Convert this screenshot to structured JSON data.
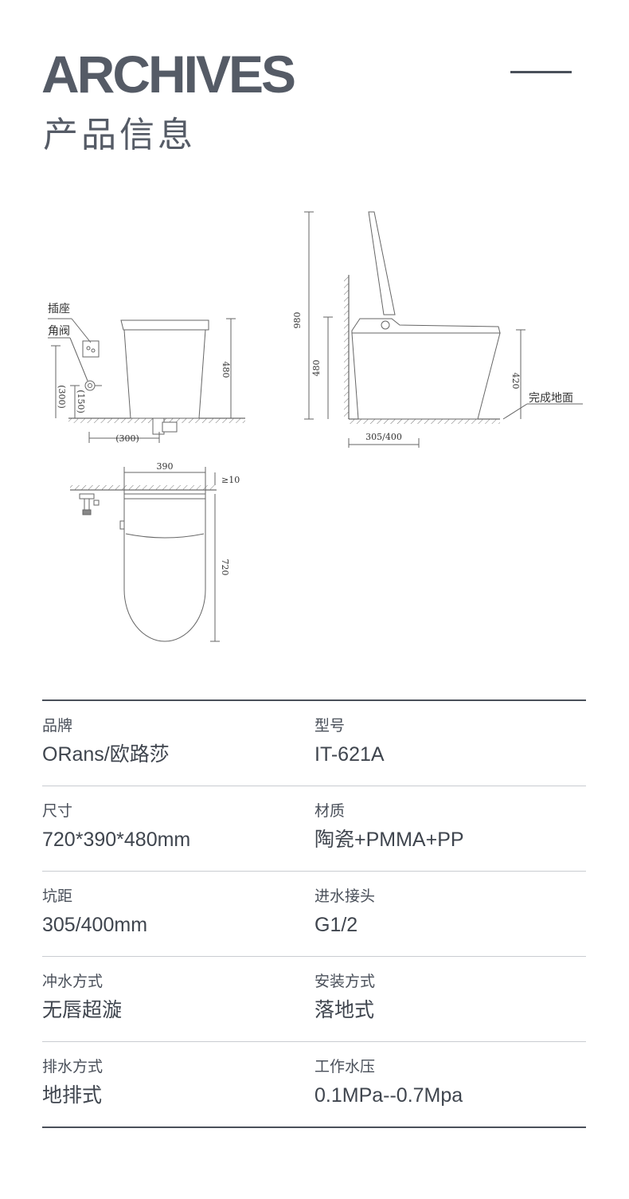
{
  "header": {
    "title_en": "ARCHIVES",
    "title_cn": "产品信息"
  },
  "drawing": {
    "callouts": {
      "socket": "插座",
      "angle_valve": "角阀",
      "finished_floor": "完成地面"
    },
    "dimensions": {
      "front_300": "(300)",
      "front_150": "(150)",
      "front_height": "480",
      "front_bottom_300": "(300)",
      "side_total_height": "980",
      "side_height": "480",
      "side_420": "420",
      "side_pit": "305/400",
      "top_width": "390",
      "top_gap": "≥10",
      "top_length": "720"
    }
  },
  "specs": [
    {
      "left": {
        "label": "品牌",
        "value": "ORans/欧路莎"
      },
      "right": {
        "label": "型号",
        "value": "IT-621A"
      }
    },
    {
      "left": {
        "label": "尺寸",
        "value": "720*390*480mm"
      },
      "right": {
        "label": "材质",
        "value": "陶瓷+PMMA+PP"
      }
    },
    {
      "left": {
        "label": "坑距",
        "value": "305/400mm"
      },
      "right": {
        "label": "进水接头",
        "value": "G1/2"
      }
    },
    {
      "left": {
        "label": "冲水方式",
        "value": "无唇超漩"
      },
      "right": {
        "label": "安装方式",
        "value": "落地式"
      }
    },
    {
      "left": {
        "label": "排水方式",
        "value": "地排式"
      },
      "right": {
        "label": "工作水压",
        "value": "0.1MPa--0.7Mpa"
      }
    }
  ]
}
